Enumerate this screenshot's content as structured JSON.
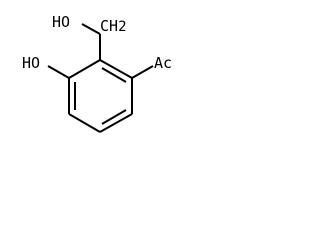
{
  "molecule": {
    "labels": {
      "hydroxymethyl": "HO CH2",
      "hydroxy": "HO",
      "acetyl": "Ac"
    },
    "colors": {
      "bond": "#000000",
      "label": "#000000",
      "background": "#ffffff"
    }
  }
}
